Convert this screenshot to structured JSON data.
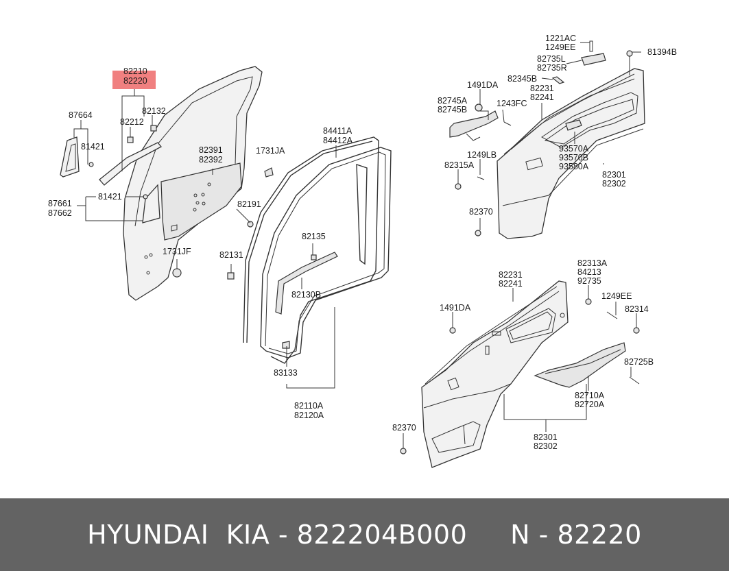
{
  "labels": {
    "p82210": "82210",
    "p82220": "82220",
    "p87664": "87664",
    "p82212": "82212",
    "p82132": "82132",
    "p81421a": "81421",
    "p81421b": "81421",
    "p87661": "87661",
    "p87662": "87662",
    "p82391": "82391",
    "p82392": "82392",
    "p1731ja": "1731JA",
    "p82191": "82191",
    "p1731jf": "1731JF",
    "p82131": "82131",
    "p84411a": "84411A",
    "p84412a": "84412A",
    "p82135": "82135",
    "p82130b": "82130B",
    "p83133": "83133",
    "p82110a": "82110A",
    "p82120a": "82120A",
    "p1221ac": "1221AC",
    "p1249ee_top": "1249EE",
    "p81394b": "81394B",
    "p82735l": "82735L",
    "p82735r": "82735R",
    "p82345b": "82345B",
    "p1491da_top": "1491DA",
    "p82231_top": "82231",
    "p82241_top": "82241",
    "p82745a": "82745A",
    "p82745b": "82745B",
    "p1243fc": "1243FC",
    "p1249lb": "1249LB",
    "p82315a": "82315A",
    "p93570a": "93570A",
    "p93570b": "93570B",
    "p93580a": "93580A",
    "p82301_top": "82301",
    "p82302_top": "82302",
    "p82370_top": "82370",
    "p82313a": "82313A",
    "p84213": "84213",
    "p92735": "92735",
    "p82231_bot": "82231",
    "p82241_bot": "82241",
    "p1491da_bot": "1491DA",
    "p1249ee_bot": "1249EE",
    "p82314": "82314",
    "p82725b": "82725B",
    "p82710a": "82710A",
    "p82720a": "82720A",
    "p82301_bot": "82301",
    "p82302_bot": "82302",
    "p82370_bot": "82370"
  },
  "colors": {
    "highlight": "#f08080",
    "footer_bg": "#636363",
    "footer_text": "#ffffff"
  },
  "footer": {
    "text": "HYUNDAI  KIA - 822204B000     N - 82220"
  }
}
